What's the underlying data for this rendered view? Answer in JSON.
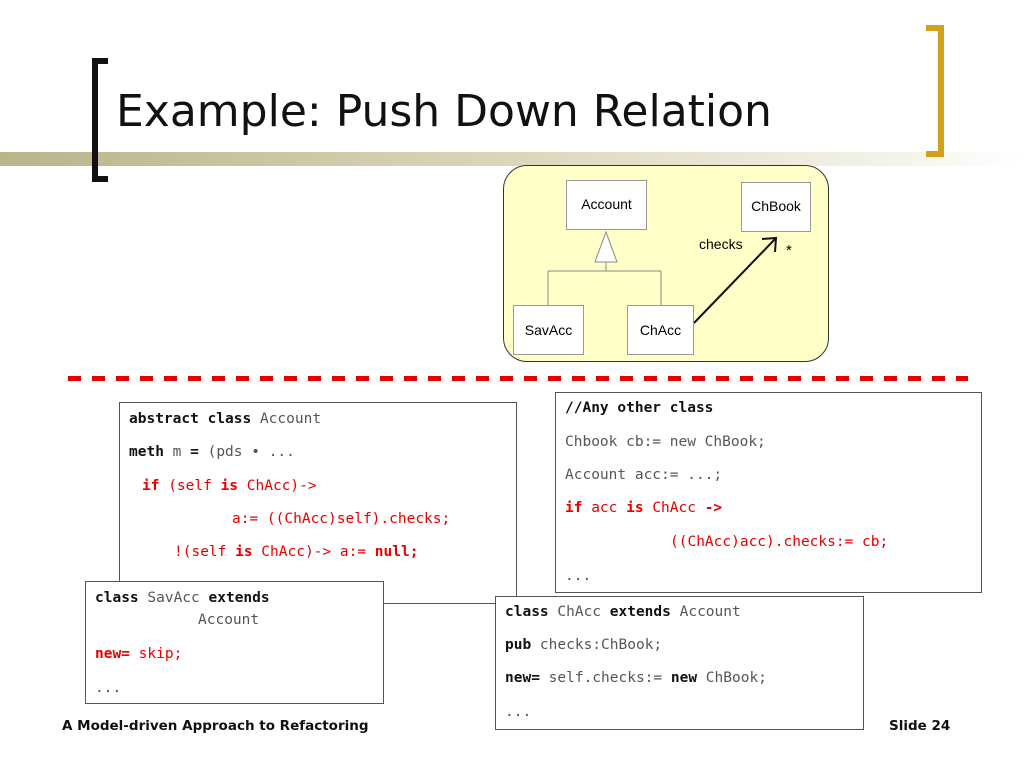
{
  "title": "Example: Push Down Relation",
  "uml": {
    "account": "Account",
    "chbook": "ChBook",
    "savacc": "SavAcc",
    "chacc": "ChAcc",
    "assoc_label": "checks",
    "multiplicity": "*"
  },
  "code_account": {
    "l1_kw": "abstract class",
    "l1_rest": " Account",
    "l2_kw": "meth",
    "l2_mid": " m ",
    "l2_eq": "=",
    "l2_rest": " (pds • ...",
    "l3_if": "if",
    "l3_a": " (self ",
    "l3_is": "is",
    "l3_b": " ChAcc)->",
    "l4": "a:= ((ChAcc)self).checks;",
    "l5_a": "!(self ",
    "l5_is": "is",
    "l5_b": " ChAcc)-> a:= ",
    "l5_null": "null;"
  },
  "code_other": {
    "l1": "//Any other class",
    "l2": "Chbook cb:= new ChBook;",
    "l3": "Account acc:= ...;",
    "l4_if": "if",
    "l4_a": " acc ",
    "l4_is": "is",
    "l4_b": " ChAcc ",
    "l4_arrow": "->",
    "l5": "((ChAcc)acc).checks:= cb;",
    "l6": "..."
  },
  "code_savacc": {
    "l1_kw": "class",
    "l1_a": " SavAcc ",
    "l1_ext": "extends",
    "l2": "Account",
    "l3_new": "new=",
    "l3_rest": " skip;",
    "l4": "..."
  },
  "code_chacc": {
    "l1_kw": "class",
    "l1_a": " ChAcc ",
    "l1_ext": "extends",
    "l1_b": " Account",
    "l2_kw": "pub",
    "l2_rest": " checks:ChBook;",
    "l3_new": "new=",
    "l3_a": " self.checks:= ",
    "l3_kw": "new",
    "l3_b": " ChBook;",
    "l4": "..."
  },
  "footer": {
    "left": "A Model-driven Approach to Refactoring",
    "right": "Slide 24"
  },
  "colors": {
    "accent_gold": "#d4a017",
    "red": "#e60000",
    "panel": "#ffffc8"
  }
}
